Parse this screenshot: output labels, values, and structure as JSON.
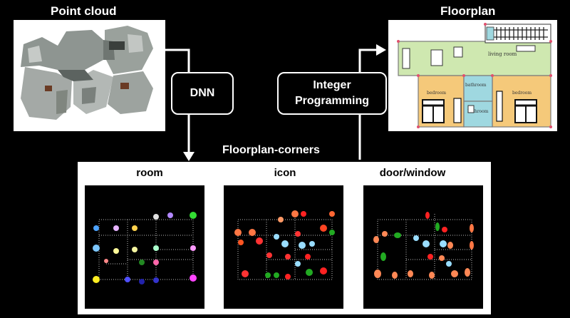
{
  "labels": {
    "point_cloud": "Point cloud",
    "floorplan": "Floorplan",
    "dnn": "DNN",
    "integer_line1": "Integer",
    "integer_line2": "Programming",
    "corners": "Floorplan-corners",
    "room": "room",
    "icon": "icon",
    "door_window": "door/window"
  },
  "floorplan_rooms": {
    "living": "living room",
    "bedroom_left": "bedroom",
    "bedroom_right": "bedroom",
    "bathroom_top": "bathroom",
    "bathroom_bottom": "bathroom"
  },
  "colors": {
    "living_room": "#cfe8b0",
    "bedroom": "#f5c97a",
    "bathroom": "#9fd8e0"
  }
}
